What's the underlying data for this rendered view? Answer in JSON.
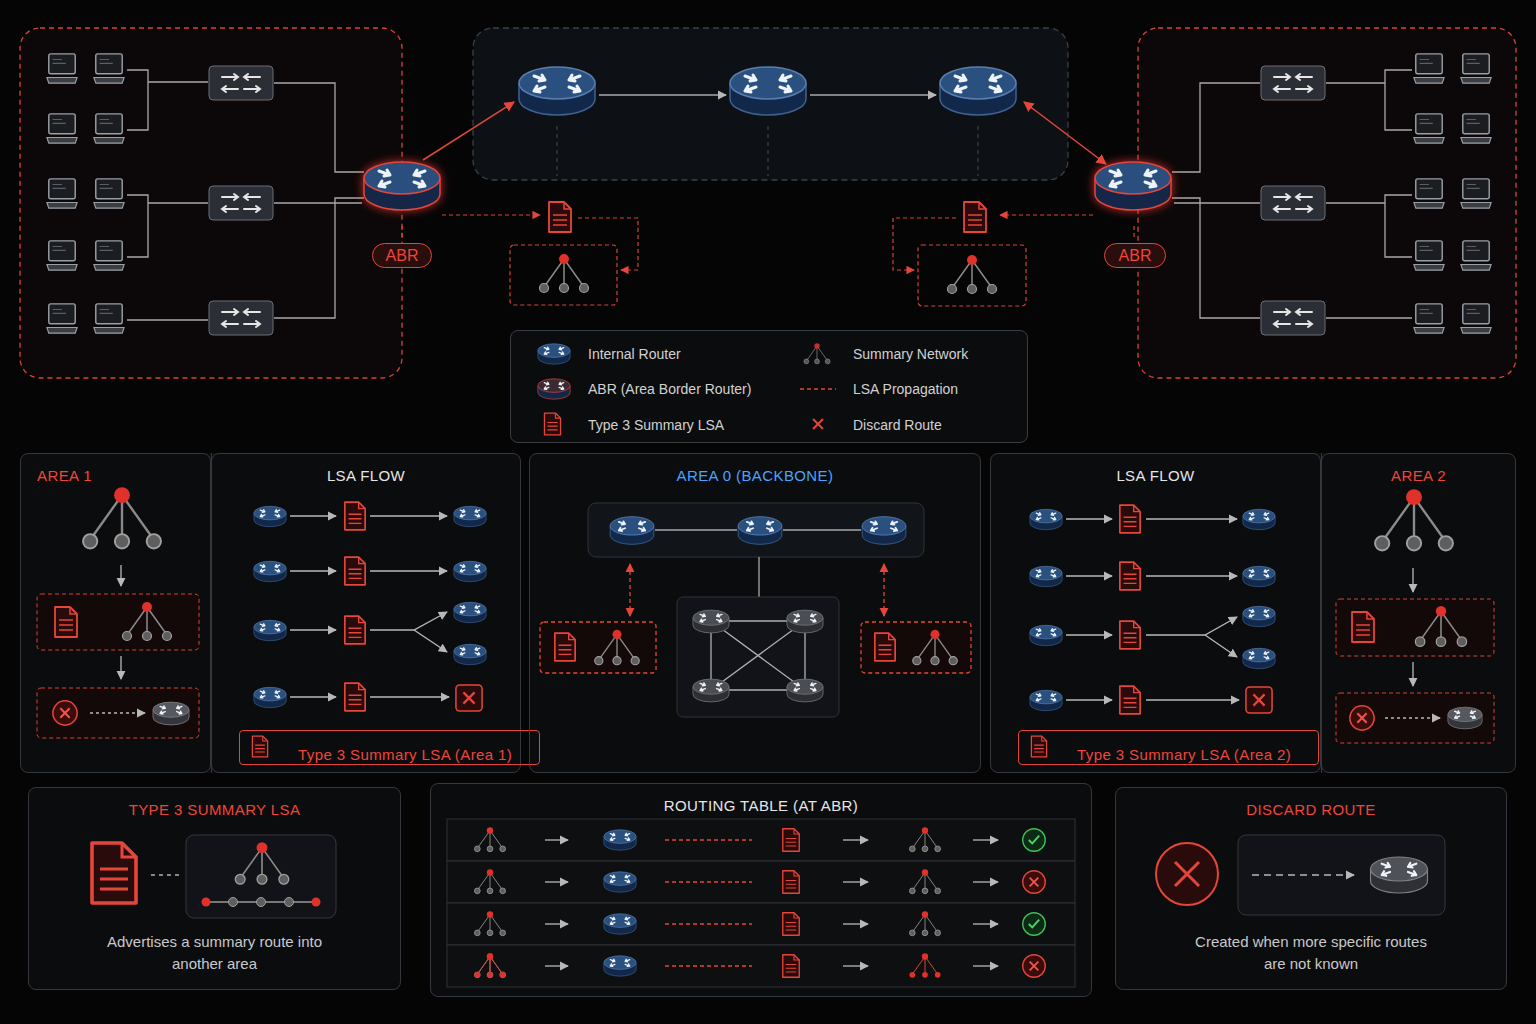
{
  "diagram": {
    "nodes": [
      {
        "text": [
          "ABR"
        ]
      },
      {
        "text": [
          "ABR"
        ]
      },
      {
        "text": [
          "AREA 1"
        ]
      },
      {
        "text": [
          "LSA FLOW"
        ]
      },
      {
        "text": [
          "Type 3 Summary LSA (Area 1)"
        ],
        "in": 3
      },
      {
        "text": [
          "AREA 0 (BACKBONE)"
        ]
      },
      {
        "text": [
          "LSA FLOW"
        ]
      },
      {
        "text": [
          "Type 3 Summary LSA (Area 2)"
        ],
        "in": 6
      },
      {
        "text": [
          "AREA 2"
        ]
      },
      {
        "text": [
          "TYPE 3 SUMMARY LSA",
          "Advertises a summary route into another area"
        ]
      },
      {
        "text": [
          "ROUTING TABLE (AT ABR)"
        ]
      },
      {
        "text": [
          "DISCARD ROUTE",
          "Created when more specific routes are not known"
        ]
      }
    ],
    "legend": [
      {
        "text": "Internal Router"
      },
      {
        "text": "ABR (Area Border Router)"
      },
      {
        "text": "Type 3 Summary LSA"
      },
      {
        "text": "Summary Network"
      },
      {
        "text": "LSA Propagation"
      },
      {
        "text": "Discard Route"
      }
    ]
  }
}
